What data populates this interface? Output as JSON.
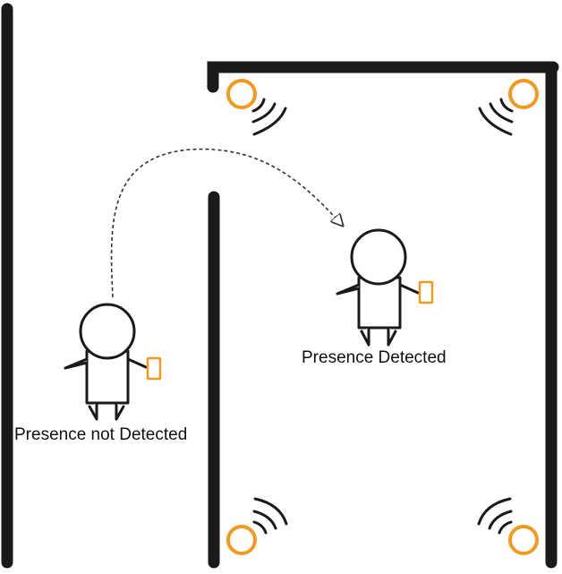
{
  "labels": {
    "not_detected": "Presence not Detected",
    "detected": "Presence Detected"
  },
  "colors": {
    "wall": "#1a1a1a",
    "beacon": "#f39a1e",
    "phone": "#f39a1e"
  },
  "icons": {
    "beacon": "beacon-ring-icon",
    "signal": "signal-waves-icon",
    "person": "person-figure-icon",
    "phone": "smartphone-icon",
    "path": "dashed-arrow-path"
  }
}
